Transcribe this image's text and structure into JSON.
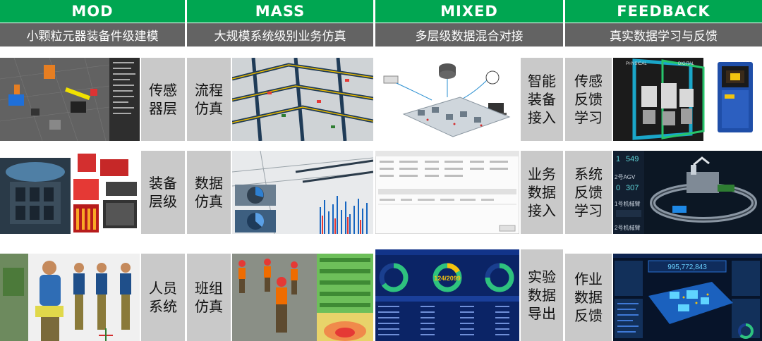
{
  "columns": [
    {
      "key": "mod",
      "header": "MOD",
      "subtitle": "小颗粒元器装备件级建模",
      "rows": [
        {
          "label": "传感\n器层"
        },
        {
          "label": "装备\n层级"
        },
        {
          "label": "人员\n系统"
        }
      ]
    },
    {
      "key": "mass",
      "header": "MASS",
      "subtitle": "大规模系统级别业务仿真",
      "rows": [
        {
          "label": "流程\n仿真"
        },
        {
          "label": "数据\n仿真"
        },
        {
          "label": "班组\n仿真"
        }
      ]
    },
    {
      "key": "mixed",
      "header": "MIXED",
      "subtitle": "多层级数据混合对接",
      "rows": [
        {
          "label": "智能\n装备\n接入"
        },
        {
          "label": "业务\n数据\n接入"
        },
        {
          "label": "实验\n数据\n导出"
        }
      ],
      "dashboard_center_text": "124/2099"
    },
    {
      "key": "feedback",
      "header": "FEEDBACK",
      "subtitle": "真实数据学习与反馈",
      "rows": [
        {
          "label": "传感\n反馈\n学习"
        },
        {
          "label": "系统\n反馈\n学习"
        },
        {
          "label": "作业\n数据\n反馈"
        }
      ],
      "twin_labels": [
        "PHYSICAL",
        "DIGITAL"
      ],
      "monitor_values": [
        "549",
        "307"
      ],
      "monitor_labels": [
        "2号AGV",
        "1号机械臂",
        "2号机械臂"
      ],
      "dashboard_value": "995,772,843"
    }
  ],
  "colors": {
    "header_green": "#00a651",
    "subtitle_gray": "#636363",
    "label_gray": "#c9c9c9"
  }
}
